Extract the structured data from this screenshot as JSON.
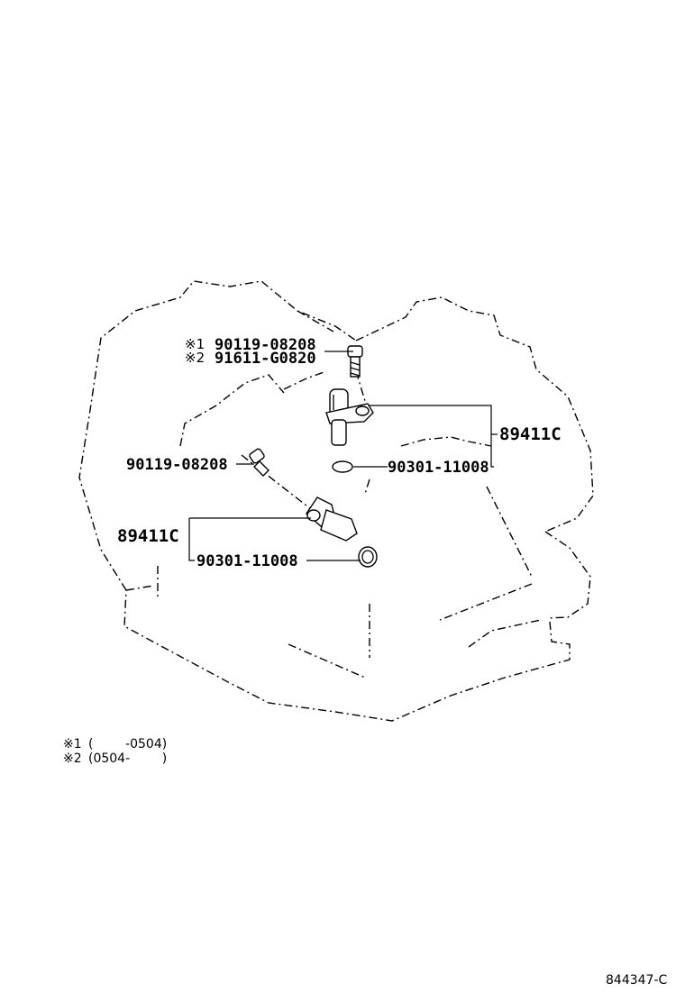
{
  "labels": {
    "upper_bolt_note1_mark": "※1",
    "upper_bolt_part_1": "90119-08208",
    "upper_bolt_note2_mark": "※2",
    "upper_bolt_part_2": "91611-G0820",
    "upper_sensor_part": "89411C",
    "upper_oring_part": "90301-11008",
    "lower_bolt_part": "90119-08208",
    "lower_sensor_part": "89411C",
    "lower_oring_part": "90301-11008"
  },
  "footnotes": [
    {
      "mark": "※1",
      "range": "(        -0504)"
    },
    {
      "mark": "※2",
      "range": "(0504-        )"
    }
  ],
  "diagram_code": "844347-C"
}
